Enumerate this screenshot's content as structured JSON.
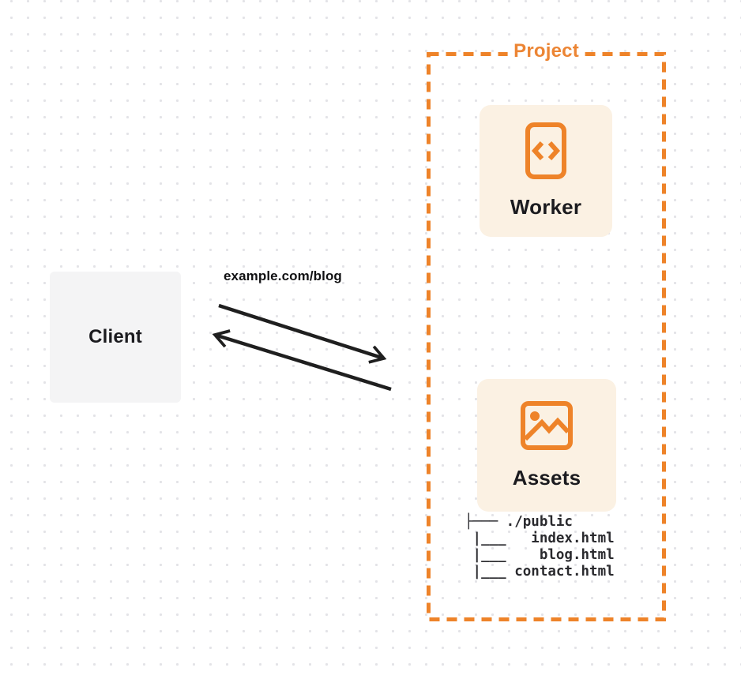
{
  "client": {
    "label": "Client"
  },
  "request": {
    "label": "example.com/blog"
  },
  "project": {
    "label": "Project",
    "worker": {
      "label": "Worker",
      "icon": "code-file-icon"
    },
    "assets": {
      "label": "Assets",
      "icon": "image-icon",
      "file_tree": [
        "├─── ./public",
        " |___   index.html",
        " |___    blog.html",
        " |___ contact.html"
      ]
    }
  },
  "icons": {
    "worker": "code-file-icon",
    "assets": "image-icon",
    "arrows": "bidirectional-request-response-arrows"
  },
  "colors": {
    "accent_orange": "#ee8329",
    "card_background": "#fbf1e3",
    "client_background": "#f4f4f5",
    "arrow_black": "#1f1f1f",
    "text_dark": "#1b1b1f",
    "dot_grid": "#e3e3e7"
  }
}
